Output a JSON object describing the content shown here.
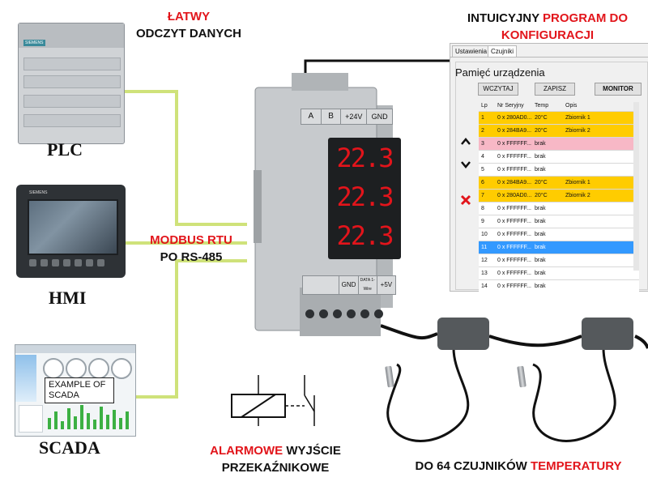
{
  "plc": {
    "caption_red": "ŁATWY",
    "caption": "ODCZYT DANYCH",
    "label": "PLC",
    "brand": "SIEMENS"
  },
  "hmi": {
    "label": "HMI",
    "brand": "SIEMENS"
  },
  "modbus": {
    "title_red": "MODBUS RTU",
    "subtitle": "PO RS-485"
  },
  "scada": {
    "label": "SCADA",
    "note": "EXAMPLE OF SCADA"
  },
  "module": {
    "terminals_top": [
      "A",
      "B",
      "+24V",
      "GND"
    ],
    "displays": [
      "22.3",
      "22.3",
      "22.3"
    ],
    "terminals_bottom": [
      "GND",
      "DATA 1-Wire",
      "+5V"
    ],
    "display_color": "#e3141b"
  },
  "software": {
    "caption": "INTUICYJNY",
    "caption_red_1": "PROGRAM DO",
    "caption_red_2": "KONFIGURACJI",
    "tabs": [
      "Ustawienia",
      "Czujniki"
    ],
    "active_tab": "Czujniki",
    "group_title": "Pamięć urządzenia",
    "buttons": [
      "WCZYTAJ",
      "ZAPISZ",
      "MONITOR"
    ],
    "columns": [
      "Lp",
      "Nr Seryjny",
      "Temp",
      "Opis"
    ],
    "rows": [
      {
        "lp": "1",
        "serial": "0 x 280AD0...",
        "temp": "20°C",
        "opis": "Zbiornik 1",
        "color": "#ffcc00"
      },
      {
        "lp": "2",
        "serial": "0 x 284BA9...",
        "temp": "20°C",
        "opis": "Zbiornik 2",
        "color": "#ffcc00"
      },
      {
        "lp": "3",
        "serial": "0 x FFFFFF...",
        "temp": "brak",
        "opis": "",
        "color": "#f7b8c6"
      },
      {
        "lp": "4",
        "serial": "0 x FFFFFF...",
        "temp": "brak",
        "opis": "",
        "color": "#ffffff"
      },
      {
        "lp": "5",
        "serial": "0 x FFFFFF...",
        "temp": "brak",
        "opis": "",
        "color": "#ffffff"
      },
      {
        "lp": "6",
        "serial": "0 x 284BA9...",
        "temp": "20°C",
        "opis": "Zbiornik 1",
        "color": "#ffcc00"
      },
      {
        "lp": "7",
        "serial": "0 x 280AD0...",
        "temp": "20°C",
        "opis": "Zbiornik 2",
        "color": "#ffcc00"
      },
      {
        "lp": "8",
        "serial": "0 x FFFFFF...",
        "temp": "brak",
        "opis": "",
        "color": "#ffffff"
      },
      {
        "lp": "9",
        "serial": "0 x FFFFFF...",
        "temp": "brak",
        "opis": "",
        "color": "#ffffff"
      },
      {
        "lp": "10",
        "serial": "0 x FFFFFF...",
        "temp": "brak",
        "opis": "",
        "color": "#ffffff"
      },
      {
        "lp": "11",
        "serial": "0 x FFFFFF...",
        "temp": "brak",
        "opis": "",
        "color": "#3399ff"
      },
      {
        "lp": "12",
        "serial": "0 x FFFFFF...",
        "temp": "brak",
        "opis": "",
        "color": "#ffffff"
      },
      {
        "lp": "13",
        "serial": "0 x FFFFFF...",
        "temp": "brak",
        "opis": "",
        "color": "#ffffff"
      },
      {
        "lp": "14",
        "serial": "0 x FFFFFF...",
        "temp": "brak",
        "opis": "",
        "color": "#ffffff"
      }
    ],
    "side_icons": [
      "arrow-up-icon",
      "arrow-down-icon",
      "delete-icon"
    ]
  },
  "relay": {
    "caption_red": "ALARMOWE",
    "caption": "WYJŚCIE",
    "caption_2": "PRZEKAŹNIKOWE"
  },
  "sensors": {
    "caption": "DO 64 CZUJNIKÓW",
    "caption_red": "TEMPERATURY"
  },
  "colors": {
    "accent_red": "#e2151b",
    "wire_green": "#cfe27a"
  }
}
